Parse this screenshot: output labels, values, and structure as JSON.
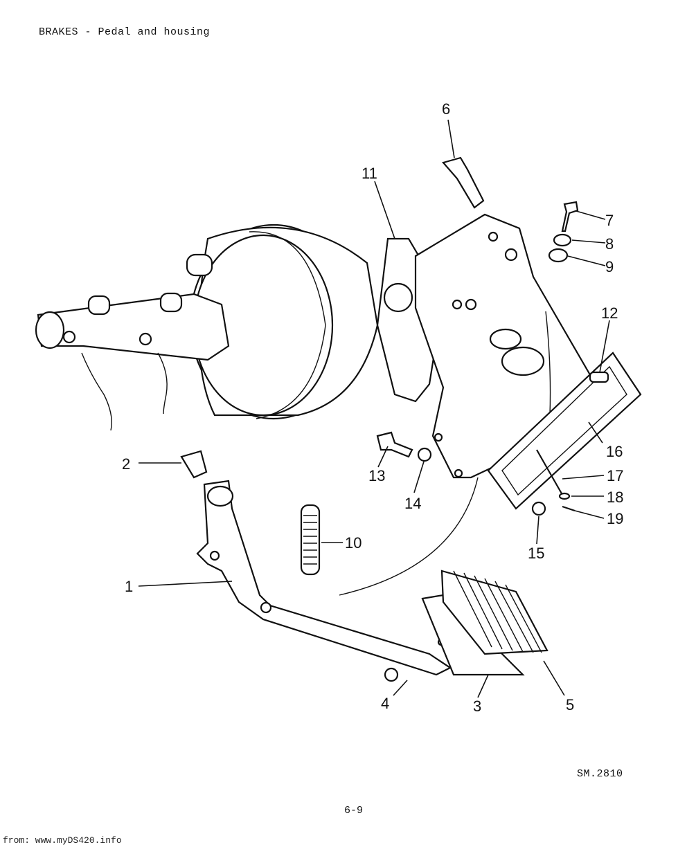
{
  "header": {
    "title": "BRAKES - Pedal and housing"
  },
  "reference": "SM.2810",
  "page_number": "6-9",
  "footer": "from: www.myDS420.info",
  "callouts": [
    "1",
    "2",
    "3",
    "4",
    "5",
    "6",
    "7",
    "8",
    "9",
    "10",
    "11",
    "12",
    "13",
    "14",
    "15",
    "16",
    "17",
    "18",
    "19"
  ]
}
